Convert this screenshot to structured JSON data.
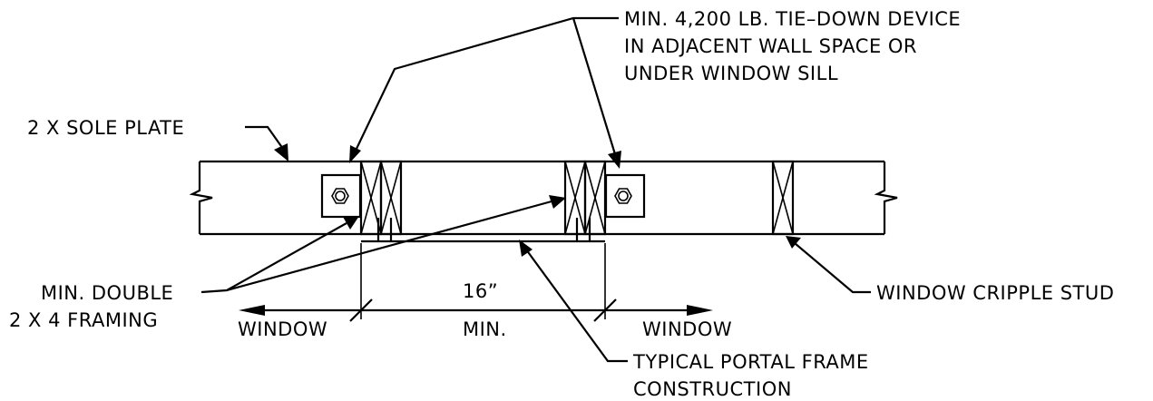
{
  "labels": {
    "tie_down_line1": "MIN. 4,200 LB. TIE–DOWN DEVICE",
    "tie_down_line2": "IN ADJACENT WALL SPACE OR",
    "tie_down_line3": "UNDER WINDOW SILL",
    "sole_plate": "2 X SOLE PLATE",
    "double_framing_line1": "MIN. DOUBLE",
    "double_framing_line2": "2 X 4 FRAMING",
    "window_left": "WINDOW",
    "dimension_value": "16”",
    "dimension_min": "MIN.",
    "window_right": "WINDOW",
    "cripple_stud": "WINDOW CRIPPLE STUD",
    "portal_line1": "TYPICAL PORTAL FRAME",
    "portal_line2": "CONSTRUCTION"
  }
}
